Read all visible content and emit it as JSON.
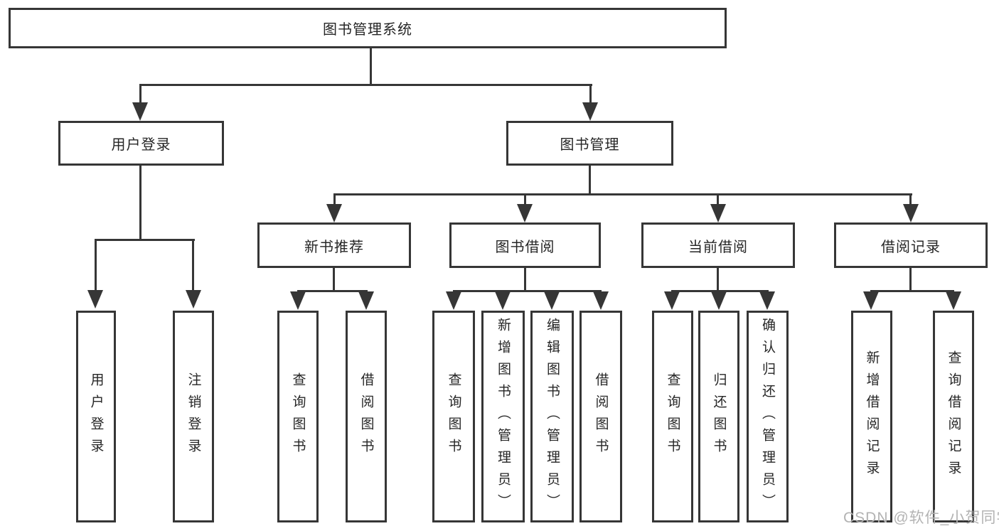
{
  "diagram": {
    "type": "tree",
    "title": "图书管理系统",
    "branches": [
      {
        "label": "用户登录",
        "leaves": [
          {
            "label": "用户登录"
          },
          {
            "label": "注销登录"
          }
        ]
      },
      {
        "label": "图书管理",
        "groups": [
          {
            "label": "新书推荐",
            "leaves": [
              {
                "label": "查询图书"
              },
              {
                "label": "借阅图书"
              }
            ]
          },
          {
            "label": "图书借阅",
            "leaves": [
              {
                "label": "查询图书"
              },
              {
                "label": "新增图书（管理员）"
              },
              {
                "label": "编辑图书（管理员）"
              },
              {
                "label": "借阅图书"
              }
            ]
          },
          {
            "label": "当前借阅",
            "leaves": [
              {
                "label": "查询图书"
              },
              {
                "label": "归还图书"
              },
              {
                "label": "确认归还（管理员）"
              }
            ]
          },
          {
            "label": "借阅记录",
            "leaves": [
              {
                "label": "新增借阅记录"
              },
              {
                "label": "查询借阅记录"
              }
            ]
          }
        ]
      }
    ]
  },
  "watermark": {
    "text": "CSDN @软件_小贺同学",
    "color": "#b3b3b3"
  },
  "colors": {
    "line": "#363636",
    "text": "#262626",
    "background": "#ffffff"
  }
}
